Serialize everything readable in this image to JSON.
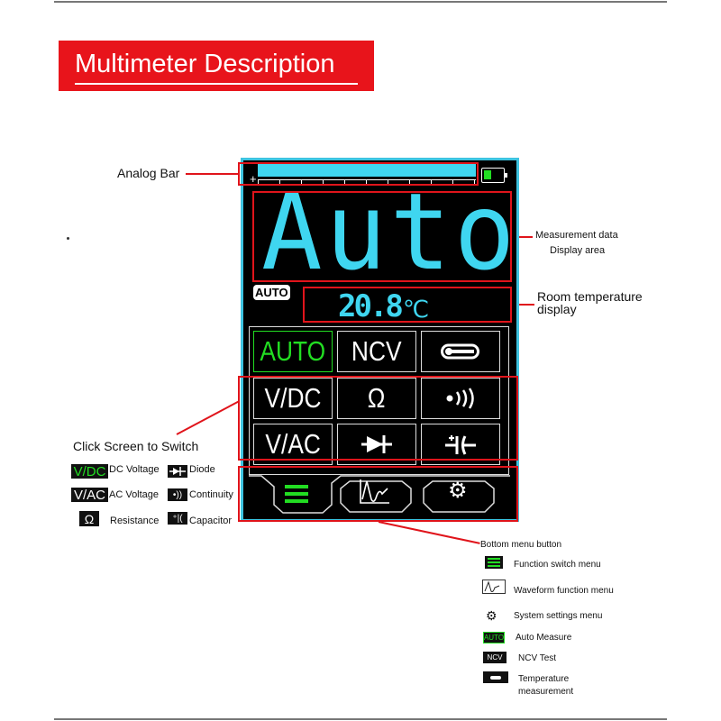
{
  "title": "Multimeter Description",
  "callouts": {
    "analog_bar": "Analog Bar",
    "measurement_line1": "Measurement data",
    "measurement_line2": "Display area",
    "room_temp_line1": "Room temperature",
    "room_temp_line2": "display",
    "click_switch": "Click Screen to Switch",
    "bottom_menu": "Bottom menu button"
  },
  "screen": {
    "main_reading": "Auto",
    "auto_badge": "AUTO",
    "temperature": "20.8",
    "temp_unit": "℃",
    "analog_fill_percent": 100,
    "battery_level_percent": 30,
    "grid": [
      {
        "label": "AUTO",
        "icon": null,
        "active": true
      },
      {
        "label": "NCV",
        "icon": null
      },
      {
        "label": "",
        "icon": "thermometer-icon"
      },
      {
        "label": "V/DC",
        "icon": null
      },
      {
        "label": "Ω",
        "icon": null
      },
      {
        "label": "",
        "icon": "continuity-icon"
      },
      {
        "label": "V/AC",
        "icon": null
      },
      {
        "label": "",
        "icon": "diode-icon"
      },
      {
        "label": "",
        "icon": "capacitor-icon"
      }
    ]
  },
  "left_legend": [
    {
      "icon": "V/DC",
      "text": "DC Voltage"
    },
    {
      "icon": "V/AC",
      "text": "AC Voltage"
    },
    {
      "icon": "Ω",
      "text": "Resistance"
    },
    {
      "icon": "diode-icon",
      "text": "Diode"
    },
    {
      "icon": "continuity-icon",
      "text": "Continuity"
    },
    {
      "icon": "capacitor-icon",
      "text": "Capacitor"
    }
  ],
  "right_legend": [
    {
      "icon": "menu-icon",
      "text": "Function switch menu"
    },
    {
      "icon": "waveform-icon",
      "text": "Waveform function menu"
    },
    {
      "icon": "gear-icon",
      "text": "System settings menu"
    },
    {
      "icon": "AUTO",
      "text": "Auto Measure"
    },
    {
      "icon": "NCV",
      "text": "NCV Test"
    },
    {
      "icon": "thermometer-icon",
      "text_line1": "Temperature",
      "text_line2": "measurement"
    }
  ],
  "colors": {
    "red": "#e0141b",
    "cyan": "#3fd6f0",
    "green": "#22dd22"
  }
}
